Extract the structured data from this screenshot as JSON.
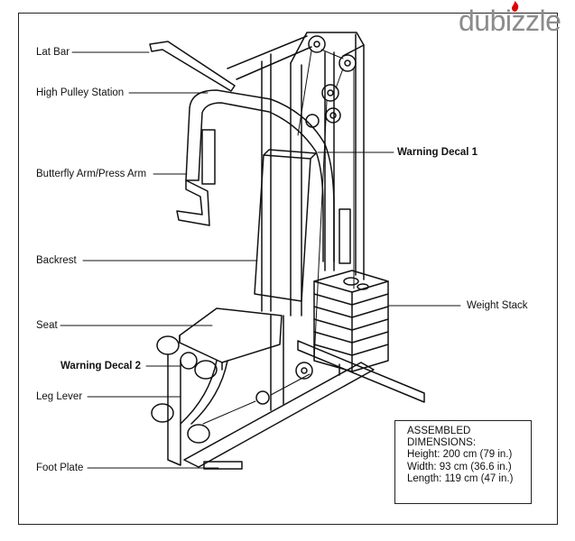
{
  "watermark": {
    "brand": "dubizzle",
    "accent_color": "#e00000"
  },
  "labels": {
    "lat_bar": "Lat Bar",
    "high_pulley": "High Pulley Station",
    "butterfly": "Butterfly Arm/Press Arm",
    "backrest": "Backrest",
    "seat": "Seat",
    "warning2": "Warning Decal 2",
    "leg_lever": "Leg Lever",
    "foot_plate": "Foot Plate",
    "warning1": "Warning Decal 1",
    "weight_stack": "Weight Stack"
  },
  "dimensions": {
    "title1": "ASSEMBLED",
    "title2": "DIMENSIONS:",
    "height": "Height:  200 cm (79 in.)",
    "width": "Width:  93 cm (36.6 in.)",
    "length": "Length:  119 cm (47 in.)"
  }
}
